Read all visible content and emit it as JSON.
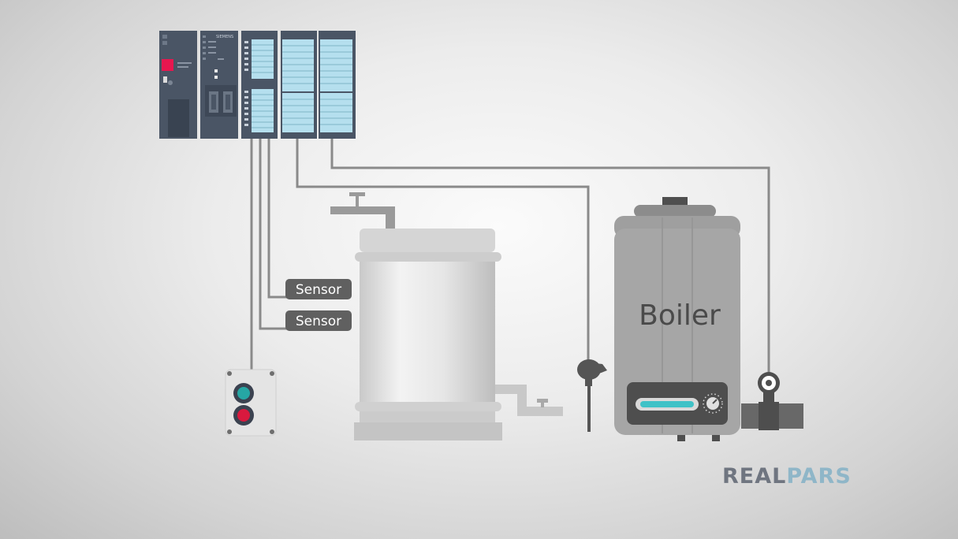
{
  "plc": {
    "brand": "SIEMENS"
  },
  "labels": {
    "sensor_1": "Sensor",
    "sensor_2": "Sensor",
    "boiler": "Boiler"
  },
  "logo": {
    "part1": "REAL",
    "part2": "PARS"
  },
  "colors": {
    "plc_body": "#4a5565",
    "plc_module": "#3e4857",
    "io_panel": "#b5dfee",
    "cpu_led": "#e8174f",
    "wire": "#8a8a8a",
    "tank": "#d5d5d5",
    "boiler_body": "#a6a6a6",
    "boiler_display": "#3fc2c7",
    "start_button": "#26a7a4",
    "stop_button": "#d8193e",
    "logo_real": "#6f7580",
    "logo_pars": "#8fb6c8"
  }
}
